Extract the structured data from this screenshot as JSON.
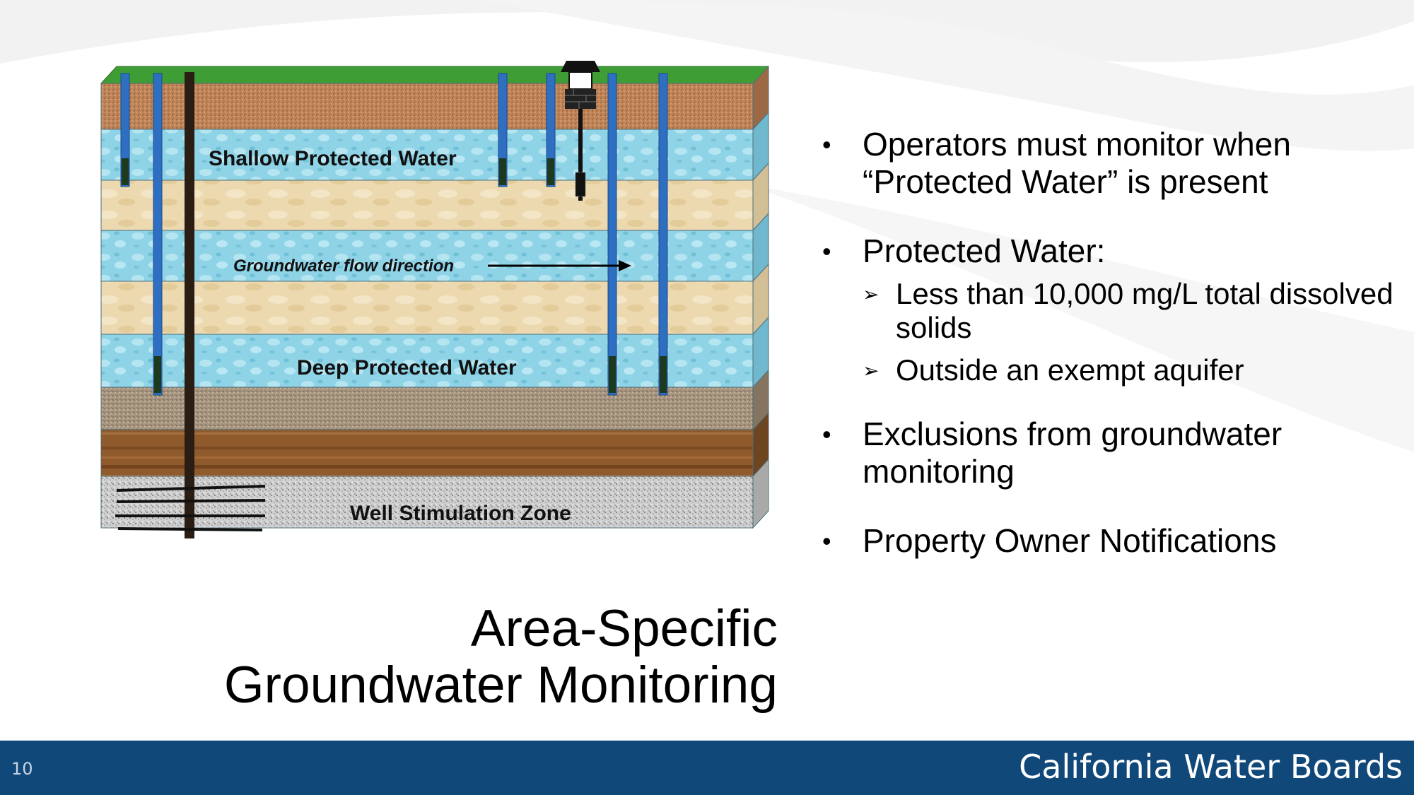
{
  "diagram": {
    "shallow_label": "Shallow Protected Water",
    "flow_label": "Groundwater flow direction",
    "deep_label": "Deep Protected Water",
    "stim_label": "Well Stimulation Zone",
    "icons": [
      "extraction-well-icon",
      "monitoring-well-icon",
      "water-well-house-icon",
      "flow-arrow-icon"
    ]
  },
  "title": {
    "line1": "Area-Specific",
    "line2": "Groundwater Monitoring"
  },
  "bullets": [
    {
      "text": "Operators must monitor when “Protected Water” is present"
    },
    {
      "text": "Protected Water:",
      "sub": [
        "Less than 10,000 mg/L total dissolved solids",
        "Outside an exempt aquifer"
      ]
    },
    {
      "text": "Exclusions from groundwater monitoring"
    },
    {
      "text": "Property Owner Notifications"
    }
  ],
  "footer": {
    "page_number": "10",
    "brand": "California Water Boards"
  },
  "colors": {
    "footer": "#104879",
    "grass": "#3f9d36",
    "water": "#8fd3e6",
    "sand": "#ecd9b0",
    "soil": "#c0865a",
    "well_casing": "#2e6fc2",
    "extraction_well": "#2a1d14"
  }
}
